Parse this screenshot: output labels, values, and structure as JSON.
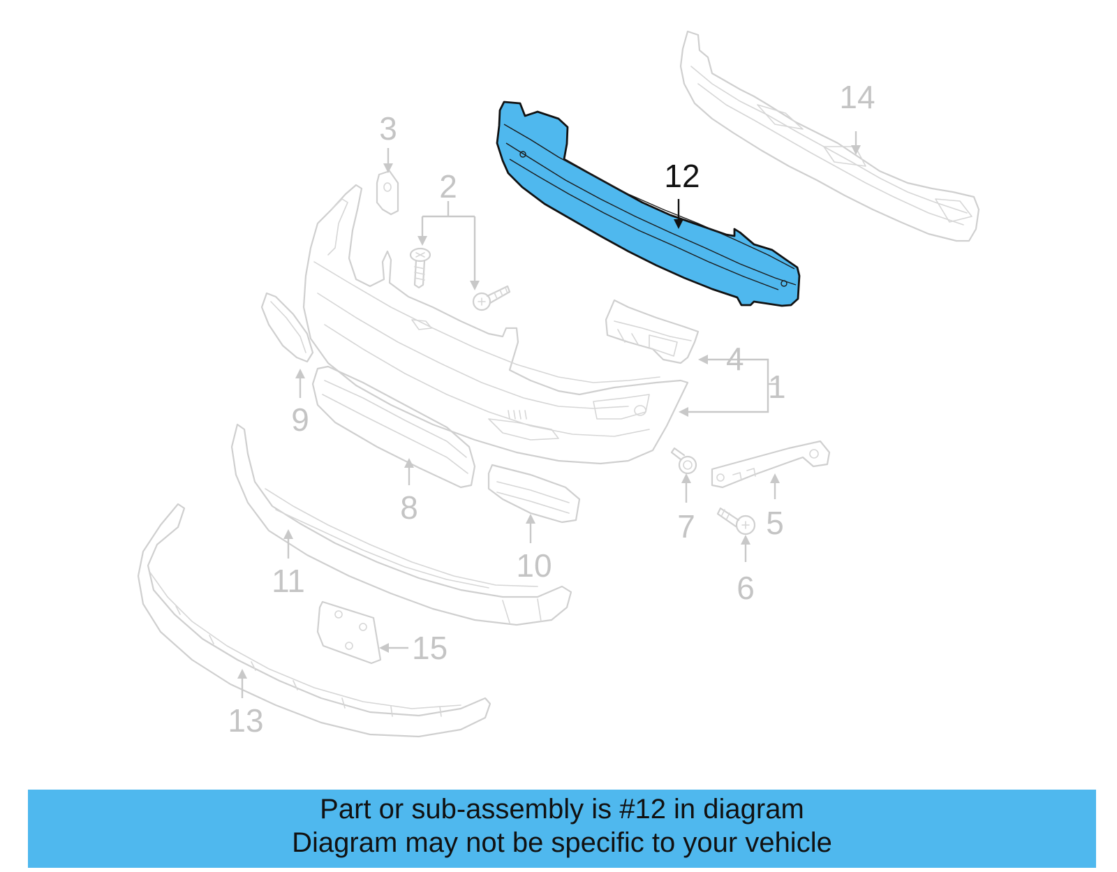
{
  "diagram": {
    "highlight_color": "#4fb8ee",
    "highlighted_part": "12",
    "callouts": {
      "c1": "1",
      "c2": "2",
      "c3": "3",
      "c4": "4",
      "c5": "5",
      "c6": "6",
      "c7": "7",
      "c8": "8",
      "c9": "9",
      "c10": "10",
      "c11": "11",
      "c12": "12",
      "c13": "13",
      "c14": "14",
      "c15": "15"
    }
  },
  "banner": {
    "line1": "Part or sub-assembly is #12 in diagram",
    "line2": "Diagram may not be specific to your vehicle",
    "background": "#4fb8ee"
  }
}
